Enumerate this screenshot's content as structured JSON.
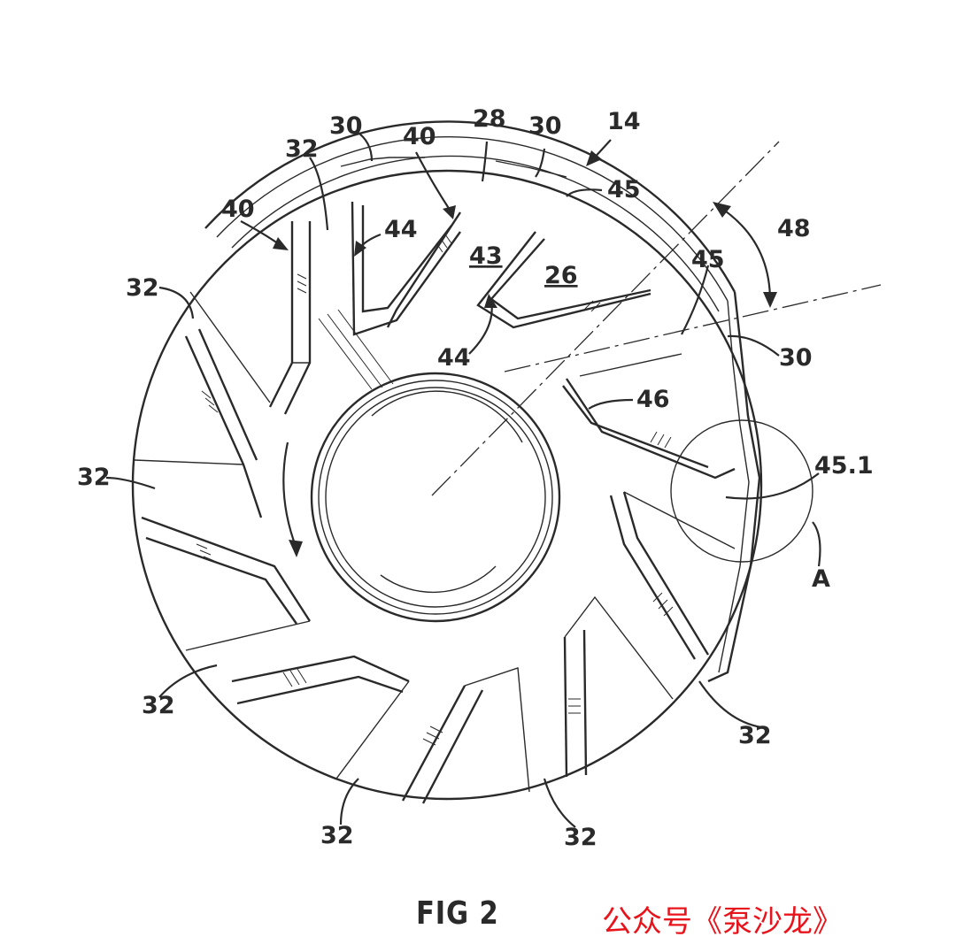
{
  "figure": {
    "caption": "FIG 2",
    "watermark": "公众号《泵沙龙》",
    "labels": {
      "l14": "14",
      "l28": "28",
      "l30a": "30",
      "l30b": "30",
      "l30c": "30",
      "l40a": "40",
      "l40b": "40",
      "l44a": "44",
      "l44b": "44",
      "l43": "43",
      "l26": "26",
      "l45a": "45",
      "l45b": "45",
      "l451": "45.1",
      "l46": "46",
      "l48": "48",
      "lA": "A",
      "l32a": "32",
      "l32b": "32",
      "l32c": "32",
      "l32d": "32",
      "l32e": "32",
      "l32f": "32",
      "l32g": "32"
    }
  }
}
